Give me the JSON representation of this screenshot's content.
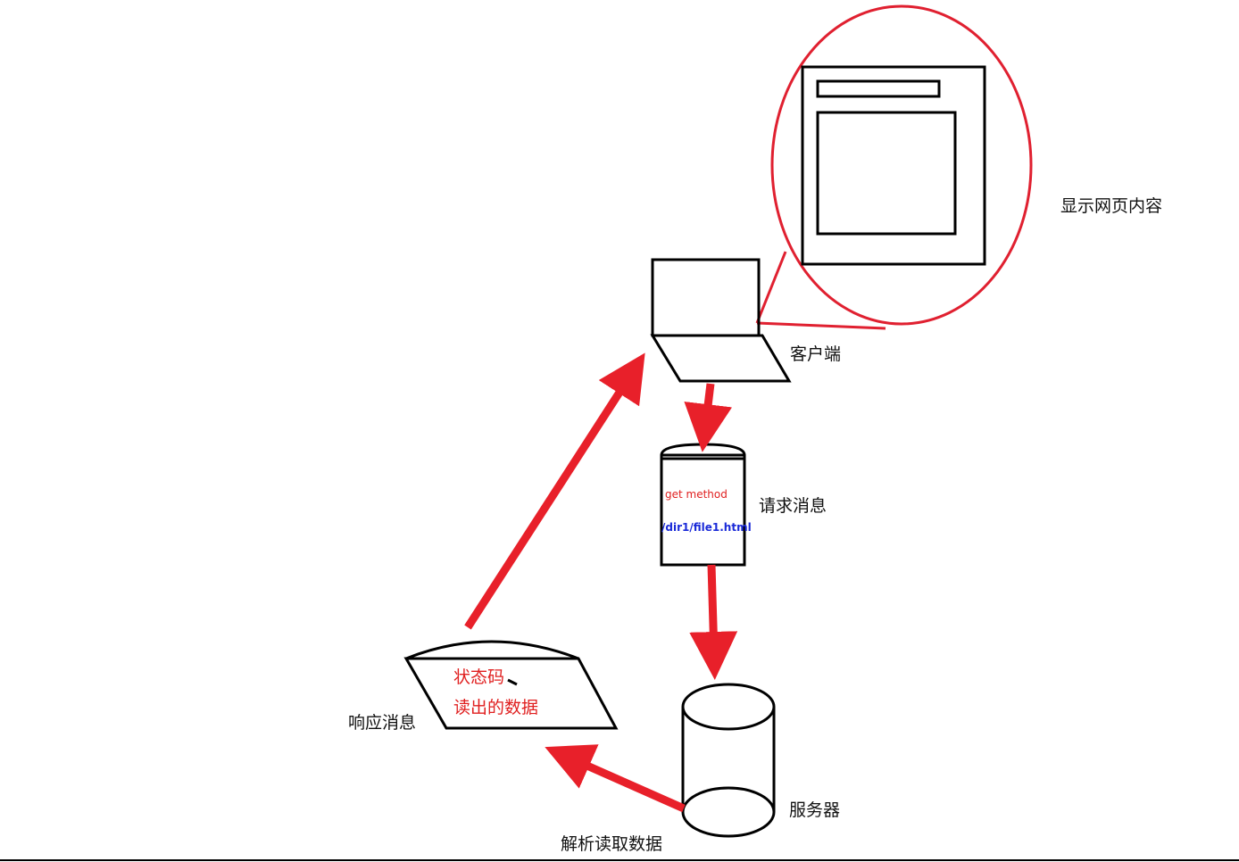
{
  "labels": {
    "display_webpage": "显示网页内容",
    "client": "客户端",
    "request_message": "请求消息",
    "request_method": "get method",
    "request_path": "/dir1/file1.html",
    "server": "服务器",
    "parse_read": "解析读取数据",
    "response_message": "响应消息",
    "status_code": "状态码",
    "read_data": "读出的数据"
  },
  "colors": {
    "arrow": "#e8202a",
    "outline": "#000000",
    "highlight_circle": "#e02030",
    "request_path_text": "#1a2ad8",
    "status_text": "#e02020"
  },
  "icons": {
    "client": "laptop-icon",
    "server": "database-cylinder-icon",
    "request": "document-icon",
    "response": "parallelogram-document-icon",
    "webpage": "browser-window-icon"
  }
}
